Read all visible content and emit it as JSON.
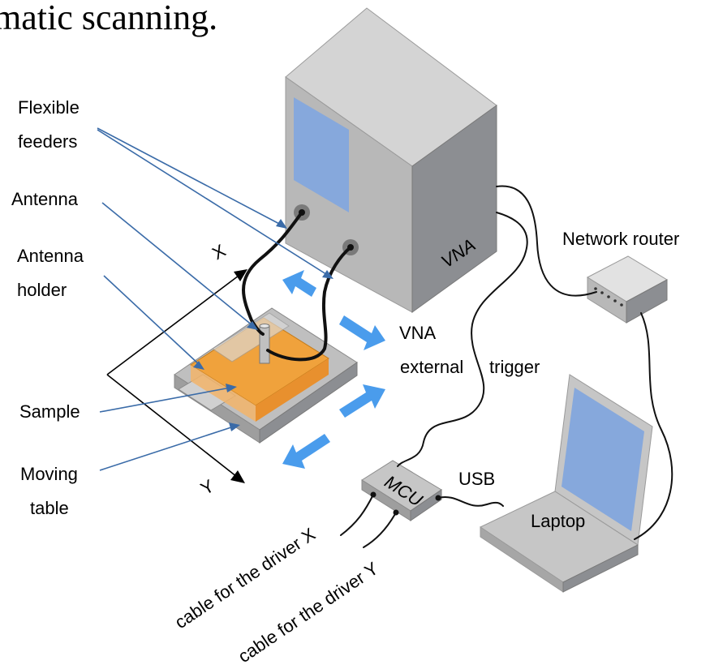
{
  "title_fragment": "matic scanning.",
  "labels": {
    "flexible": "Flexible",
    "feeders": "feeders",
    "antenna": "Antenna",
    "antenna2": "Antenna",
    "holder": "holder",
    "sample": "Sample",
    "moving": "Moving",
    "table": "table",
    "axis_x": "X",
    "axis_y": "Y",
    "vna_box": "VNA",
    "vna_ext_1": "VNA",
    "vna_ext_2": "external",
    "vna_ext_3": "trigger",
    "router": "Network router",
    "laptop": "Laptop",
    "mcu": "MCU",
    "usb": "USB",
    "cable_x": "cable for the driver X",
    "cable_y": "cable for the driver Y"
  },
  "colors": {
    "box_front": "#b8b8b8",
    "box_top": "#d4d4d4",
    "box_side": "#8c8e92",
    "screen": "#86a8dc",
    "sample_orange": "#f0a23c",
    "arrow_blue": "#4a9cec",
    "leader_blue": "#3a6ba8",
    "cable": "#111111"
  }
}
